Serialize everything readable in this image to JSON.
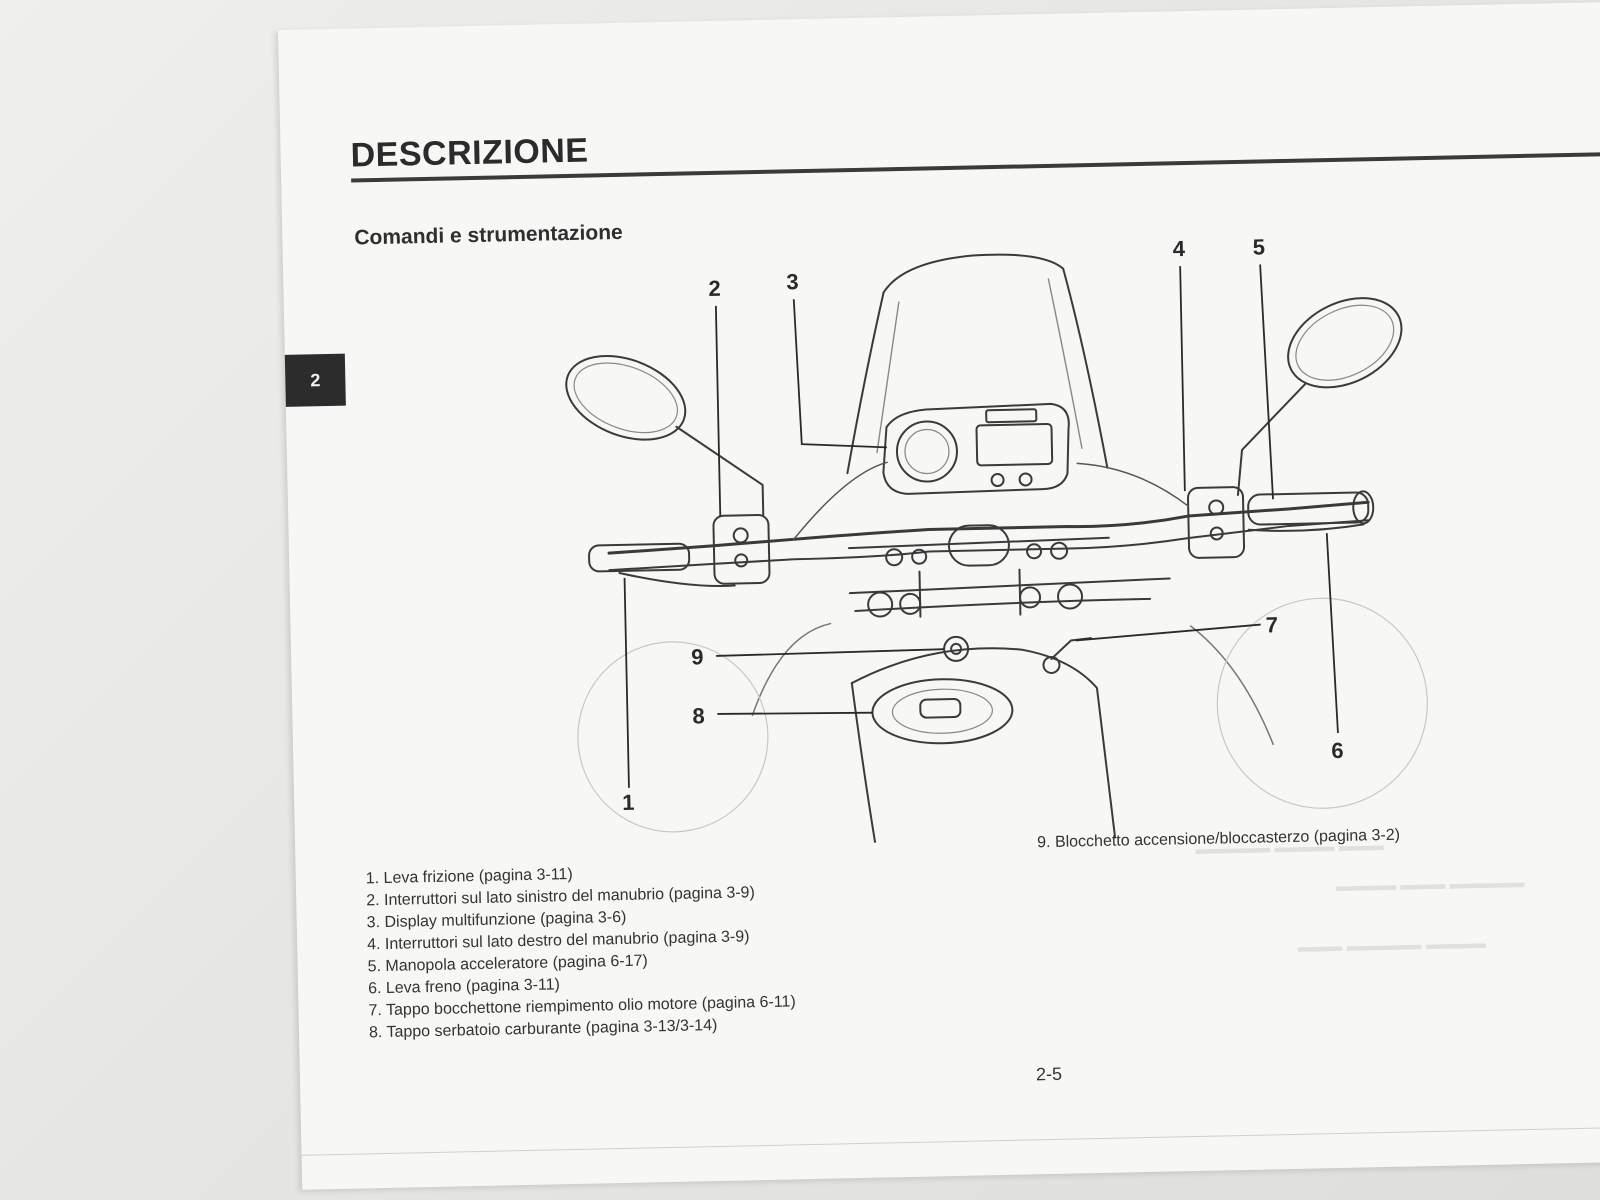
{
  "page": {
    "title": "DESCRIZIONE",
    "section_title": "Comandi e strumentazione",
    "chapter_tab": "2",
    "page_number": "2-5"
  },
  "figure": {
    "callouts": [
      "1",
      "2",
      "3",
      "4",
      "5",
      "6",
      "7",
      "8",
      "9"
    ]
  },
  "captions": {
    "left": [
      "1. Leva frizione (pagina 3-11)",
      "2. Interruttori sul lato sinistro del manubrio (pagina 3-9)",
      "3. Display multifunzione (pagina 3-6)",
      "4. Interruttori sul lato destro del manubrio (pagina 3-9)",
      "5. Manopola acceleratore (pagina 6-17)",
      "6. Leva freno (pagina 3-11)",
      "7. Tappo bocchettone riempimento olio motore (pagina 6-11)",
      "8. Tappo serbatoio carburante (pagina 3-13/3-14)"
    ],
    "right": [
      "9. Blocchetto accensione/bloccasterzo (pagina 3-2)"
    ]
  },
  "colors": {
    "paper": "#f7f7f5",
    "ink": "#2a2a2a",
    "tab": "#2c2c2c"
  }
}
